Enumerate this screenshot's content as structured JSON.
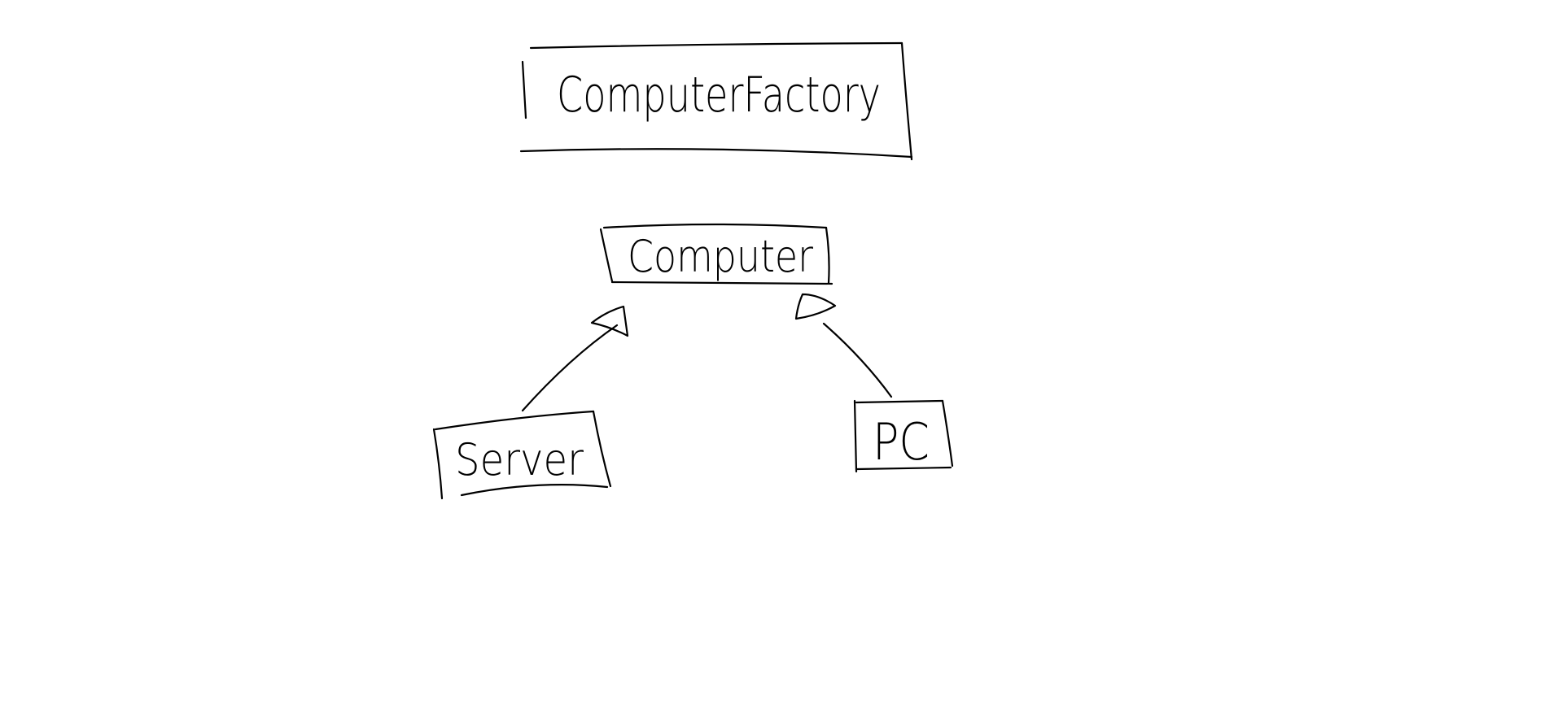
{
  "diagram": {
    "stroke_color": "#000000",
    "background": "#ffffff",
    "nodes": {
      "factory": {
        "label": "ComputerFactory"
      },
      "computer": {
        "label": "Computer"
      },
      "server": {
        "label": "Server"
      },
      "pc": {
        "label": "PC"
      }
    },
    "edges": [
      {
        "from": "Server",
        "to": "Computer",
        "type": "inheritance"
      },
      {
        "from": "PC",
        "to": "Computer",
        "type": "inheritance"
      }
    ]
  }
}
